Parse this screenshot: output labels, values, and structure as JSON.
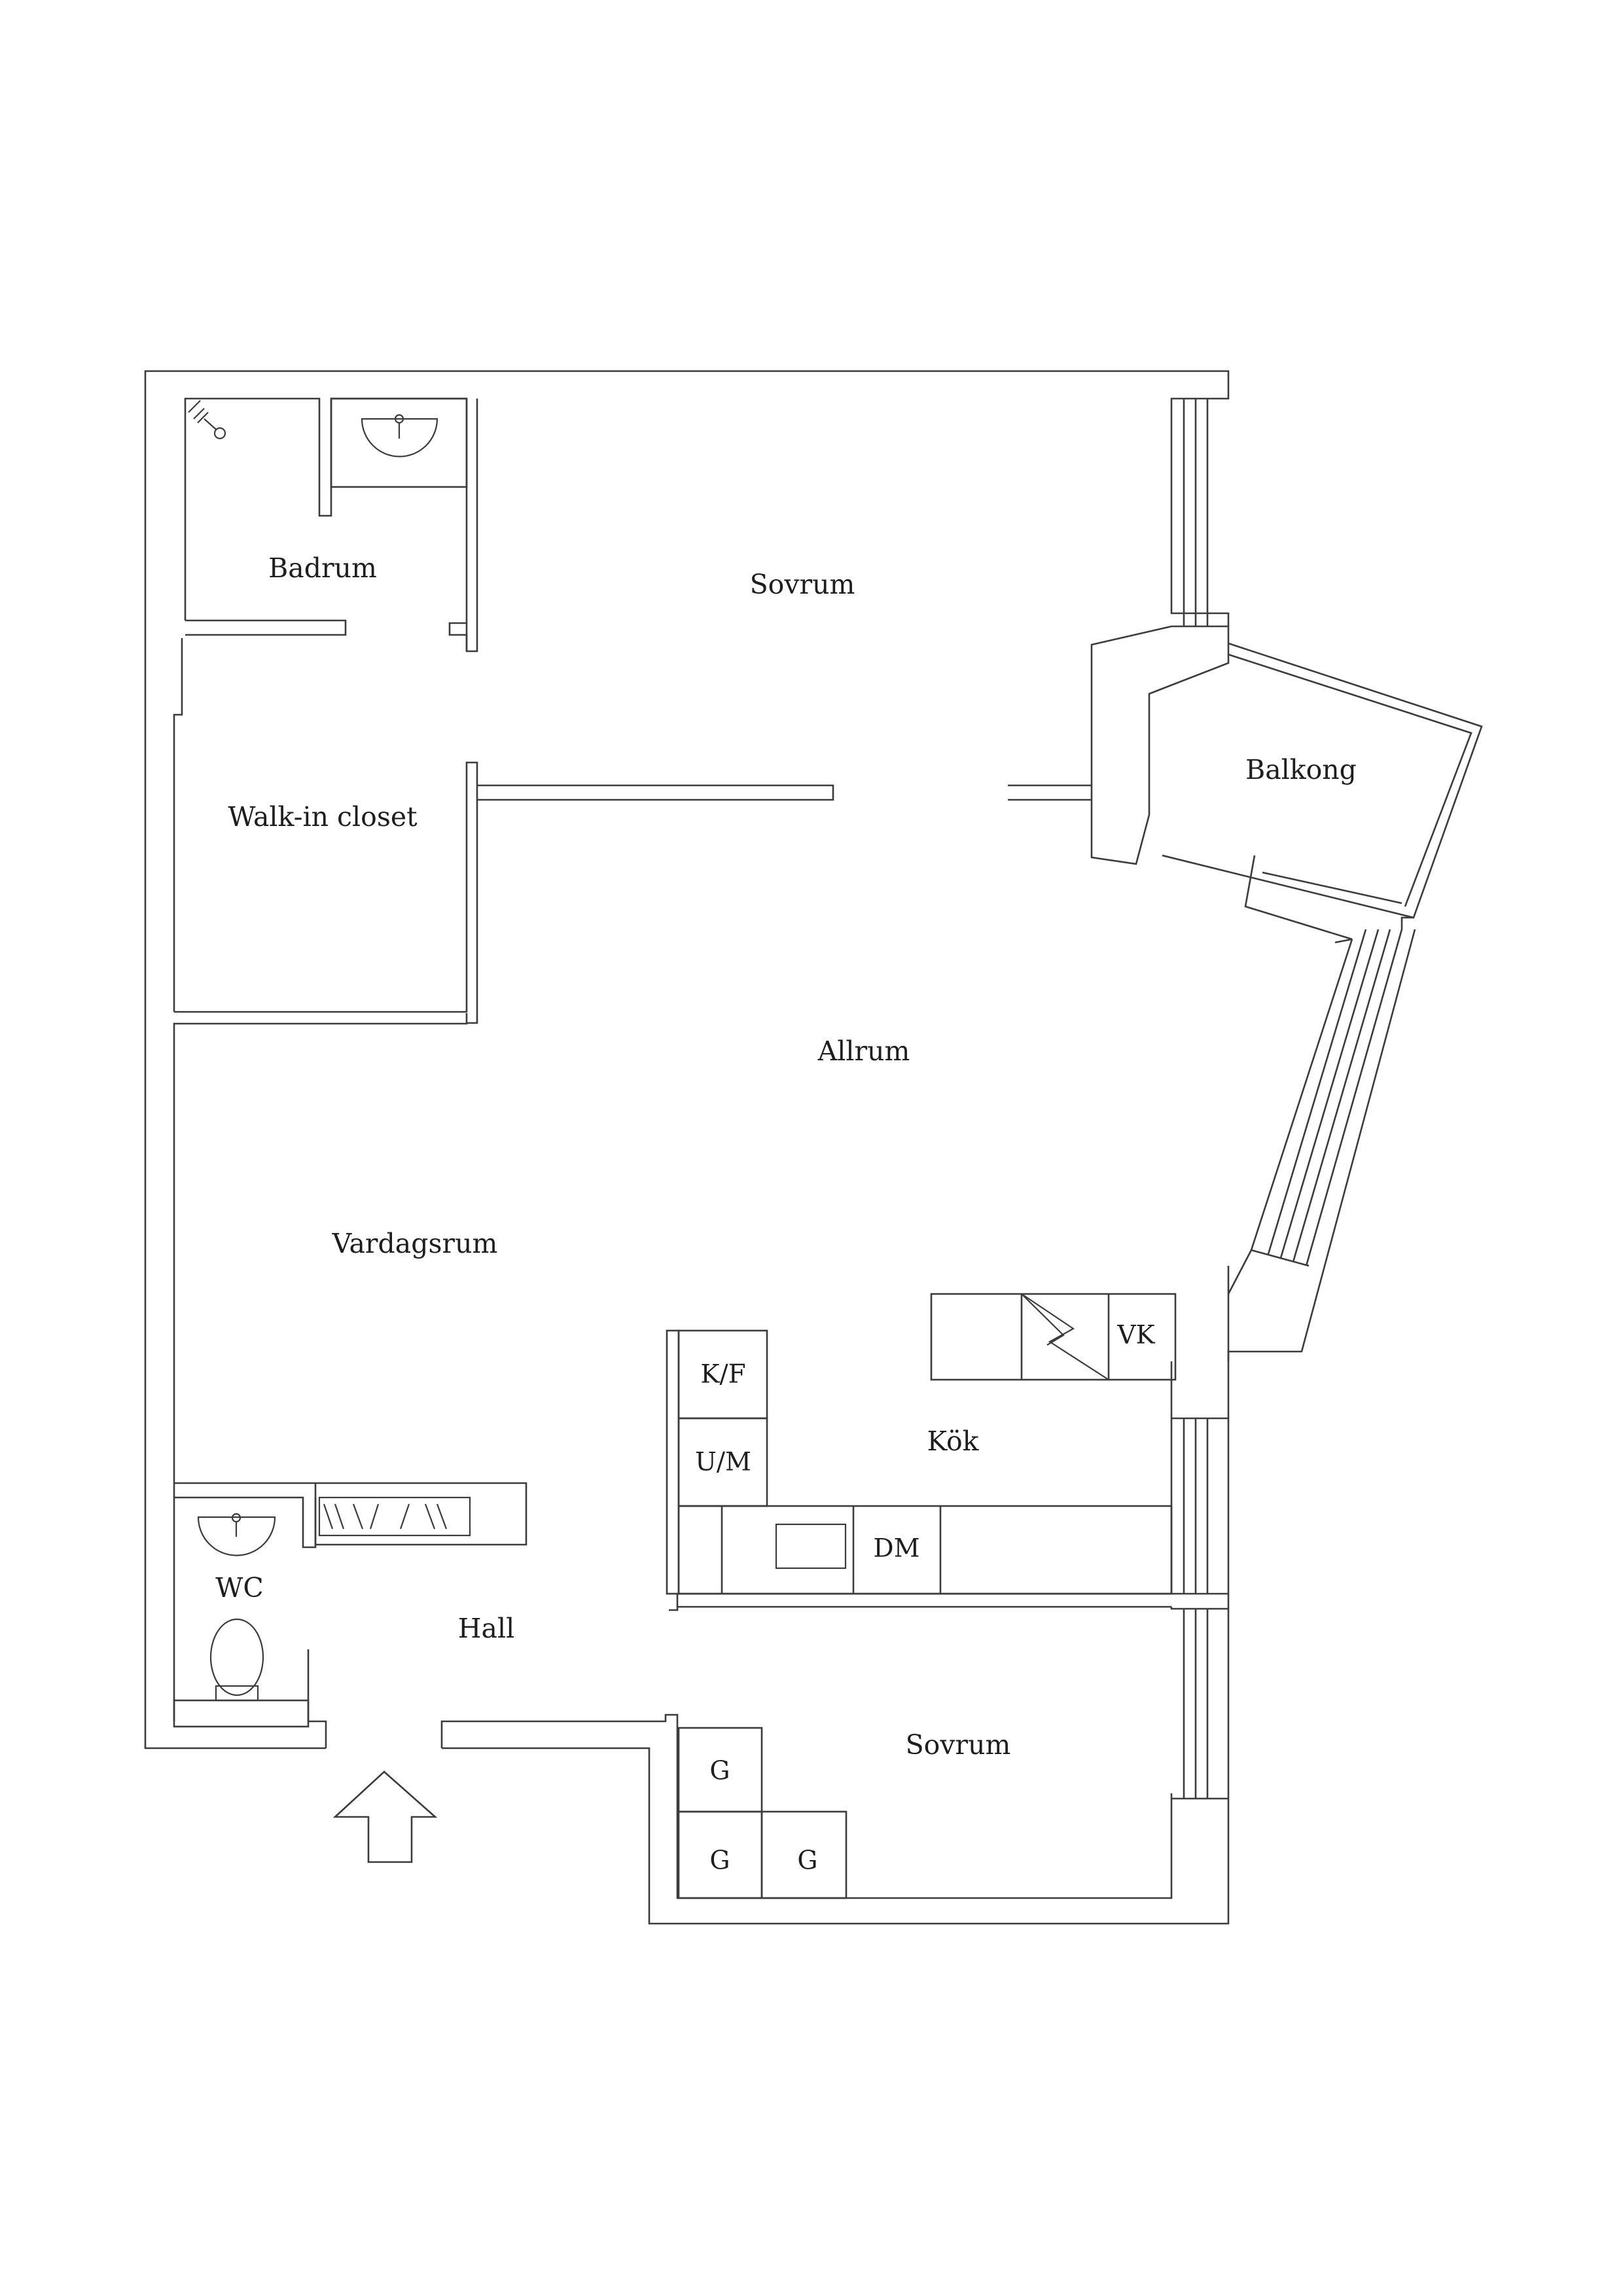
{
  "rooms": {
    "badrum": "Badrum",
    "sovrum_top": "Sovrum",
    "balkong": "Balkong",
    "walk_in_closet": "Walk-in closet",
    "allrum": "Allrum",
    "vardagsrum": "Vardagsrum",
    "kok": "Kök",
    "wc": "WC",
    "hall": "Hall",
    "sovrum_bottom": "Sovrum"
  },
  "fixtures": {
    "kf": "K/F",
    "um": "U/M",
    "vk": "VK",
    "dm": "DM",
    "wardrobe_1": "G",
    "wardrobe_2": "G",
    "wardrobe_3": "G"
  },
  "colors": {
    "line": "#3c3c3c",
    "background": "#ffffff"
  }
}
